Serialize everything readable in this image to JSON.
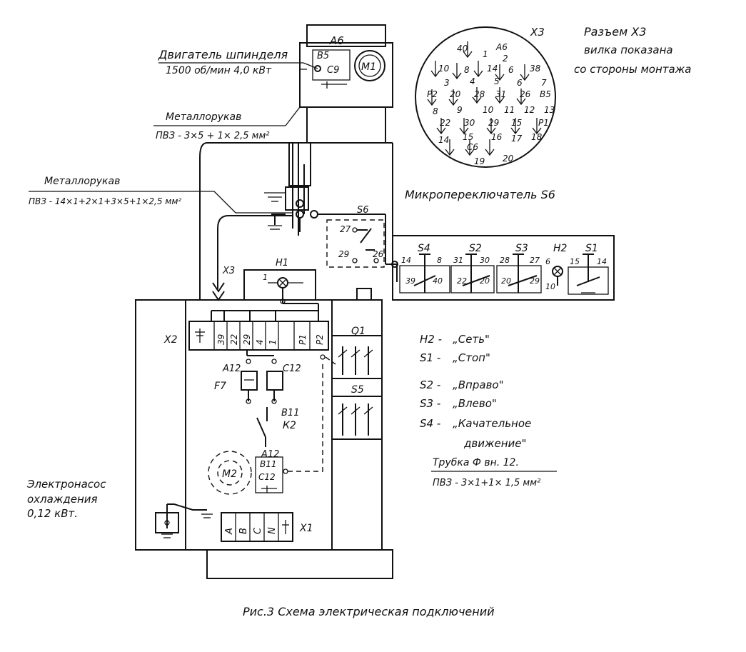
{
  "motor_m1": {
    "label": "Двигатель шпинделя",
    "spec": "1500 об/мин 4,0 кВт",
    "id": "А6",
    "terminals": [
      "В5",
      "С9"
    ],
    "symbol": "М1"
  },
  "cables": {
    "spindle_hose": "Металлорукав",
    "spindle_wire": "ПВЗ - 3×5 + 1× 2,5 мм²",
    "main_hose": "Металлорукав",
    "main_wire": "ПВЗ - 14×1+2×1+3×5+1×2,5 мм²",
    "tube": "Трубка Ф вн. 12.",
    "tube_wire": "ПВЗ - 3×1+1× 1,5 мм²"
  },
  "connector_x3": {
    "title": "Х3",
    "caption_line1": "Разъем Х3",
    "caption_line2": "вилка показана",
    "caption_line3": "со стороны монтажа",
    "pins": [
      "40",
      "А6",
      "2",
      "10",
      "8",
      "14",
      "1",
      "6",
      "38",
      "3",
      "4",
      "5",
      "6",
      "7",
      "Р2",
      "20",
      "28",
      "31",
      "26",
      "В5",
      "8",
      "9",
      "10",
      "11",
      "12",
      "13",
      "22",
      "30",
      "29",
      "15",
      "Р1",
      "14",
      "15",
      "С6",
      "16",
      "17",
      "18",
      "19",
      "20"
    ]
  },
  "microswitch": {
    "title": "Микропереключатель S6",
    "id": "S6",
    "pins": [
      "27",
      "29",
      "26"
    ]
  },
  "control_panel": {
    "items": [
      {
        "id": "S4",
        "pins": [
          "14",
          "8",
          "39",
          "40"
        ]
      },
      {
        "id": "S2",
        "pins": [
          "31",
          "30",
          "22",
          "20"
        ]
      },
      {
        "id": "S3",
        "pins": [
          "28",
          "27",
          "20",
          "29"
        ]
      },
      {
        "id": "Н2",
        "pins": [
          "6",
          "10"
        ]
      },
      {
        "id": "S1",
        "pins": [
          "15",
          "14"
        ]
      }
    ]
  },
  "lamp_h1": {
    "id": "Н1",
    "pin": "1"
  },
  "x3_plug": "Х3",
  "terminal_x2": {
    "id": "Х2",
    "cells": [
      "39",
      "22",
      "29",
      "4",
      "1",
      "Р1",
      "Р2"
    ]
  },
  "relays": {
    "f7": "F7",
    "f7_pin": "А12",
    "k2": "К2",
    "k2_pin_top": "С12",
    "k2_pin_bottom": "В11",
    "contact_pin": "А12"
  },
  "switches": {
    "q1": "Q1",
    "s5": "S5"
  },
  "pump_m2": {
    "symbol": "М2",
    "terminals": [
      "В11",
      "С12"
    ],
    "caption_line1": "Электронасос",
    "caption_line2": "охлаждения",
    "caption_line3": "0,12 кВт."
  },
  "terminal_x1": {
    "id": "Х1",
    "cells": [
      "А",
      "В",
      "С",
      "N"
    ]
  },
  "legend": [
    {
      "key": "Н2 -",
      "value": "„Сеть\""
    },
    {
      "key": "S1 -",
      "value": "„Стоп\""
    },
    {
      "key": "S2 -",
      "value": "„Вправо\""
    },
    {
      "key": "S3 -",
      "value": "„Влево\""
    },
    {
      "key": "S4 -",
      "value": "„Качательное"
    },
    {
      "key": "",
      "value": "движение\""
    }
  ],
  "figure_caption": "Рис.3  Схема электрическая подключений"
}
